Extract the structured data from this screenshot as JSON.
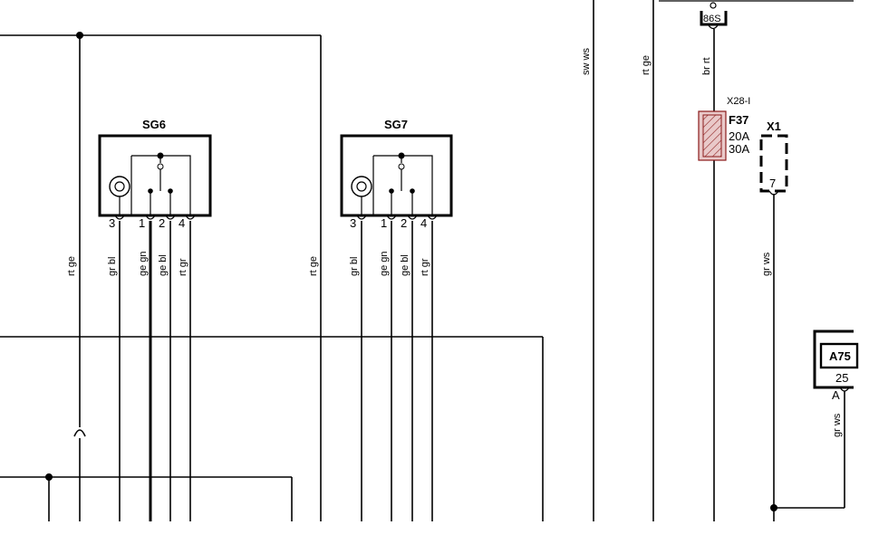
{
  "components": {
    "sg6": {
      "name": "SG6",
      "pins": [
        "3",
        "1",
        "2",
        "4"
      ]
    },
    "sg7": {
      "name": "SG7",
      "pins": [
        "3",
        "1",
        "2",
        "4"
      ]
    },
    "f37": {
      "name": "F37",
      "rating_1": "20A",
      "rating_2": "30A",
      "connector": "X28-I"
    },
    "x1": {
      "name": "X1",
      "pin": "7"
    },
    "a75": {
      "name": "A75",
      "pin": "25",
      "pin_letter": "A"
    },
    "top_connector": {
      "label": "86S"
    }
  },
  "wires": {
    "rt_ge_left": "rt ge",
    "sg6_pin3": "gr bl",
    "sg6_pin1": "ge gn",
    "sg6_pin2": "ge bl",
    "sg6_pin4": "rt gr",
    "rt_ge_mid": "rt ge",
    "sg7_pin3": "gr bl",
    "sg7_pin1": "ge gn",
    "sg7_pin2": "ge bl",
    "sg7_pin4": "rt gr",
    "sw_ws": "sw ws",
    "rt_ge_right": "rt ge",
    "br_rt": "br rt",
    "gr_ws_x1": "gr ws",
    "gr_ws_a75": "gr ws"
  }
}
